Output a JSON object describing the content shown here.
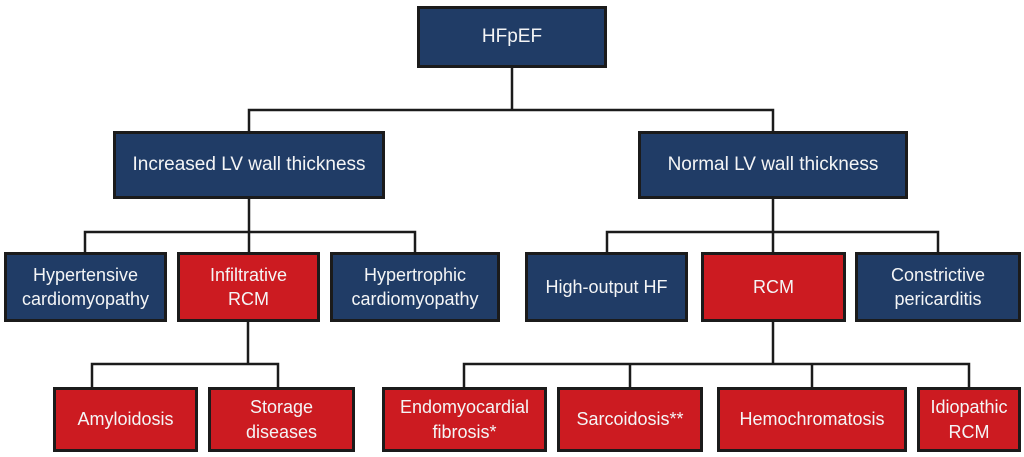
{
  "diagram": {
    "description_root": "HFpEF",
    "node_colors": {
      "navy": "#203c66",
      "red": "#cc1b21"
    },
    "line_color": "#1b1b1b",
    "text_color": "#f4f5f6",
    "background_color": "#ffffff"
  },
  "nodes": {
    "hfpef": {
      "label": "HFpEF",
      "type": "navy"
    },
    "increased_lv": {
      "label": "Increased LV wall thickness",
      "type": "navy"
    },
    "normal_lv": {
      "label": "Normal LV wall thickness",
      "type": "navy"
    },
    "hypertensive_cm": {
      "label": "Hypertensive\ncardiomyopathy",
      "type": "navy"
    },
    "infiltrative_rcm": {
      "label": "Infiltrative\nRCM",
      "type": "red"
    },
    "hypertrophic_cm": {
      "label": "Hypertrophic\ncardiomyopathy",
      "type": "navy"
    },
    "high_output_hf": {
      "label": "High-output HF",
      "type": "navy"
    },
    "rcm": {
      "label": "RCM",
      "type": "red"
    },
    "constrictive_pericarditis": {
      "label": "Constrictive\npericarditis",
      "type": "navy"
    },
    "amyloidosis": {
      "label": "Amyloidosis",
      "type": "red"
    },
    "storage_diseases": {
      "label": "Storage\ndiseases",
      "type": "red"
    },
    "endomyocardial_fibrosis": {
      "label": "Endomyocardial\nfibrosis*",
      "type": "red"
    },
    "sarcoidosis": {
      "label": "Sarcoidosis**",
      "type": "red"
    },
    "hemochromatosis": {
      "label": "Hemochromatosis",
      "type": "red"
    },
    "idiopathic_rcm": {
      "label": "Idiopathic\nRCM",
      "type": "red"
    }
  },
  "edges": [
    {
      "from": "HFpEF",
      "to": "Increased LV wall thickness"
    },
    {
      "from": "HFpEF",
      "to": "Normal LV wall thickness"
    },
    {
      "from": "Increased LV wall thickness",
      "to": "Hypertensive cardiomyopathy"
    },
    {
      "from": "Increased LV wall thickness",
      "to": "Infiltrative RCM"
    },
    {
      "from": "Increased LV wall thickness",
      "to": "Hypertrophic cardiomyopathy"
    },
    {
      "from": "Normal LV wall thickness",
      "to": "High-output HF"
    },
    {
      "from": "Normal LV wall thickness",
      "to": "RCM"
    },
    {
      "from": "Normal LV wall thickness",
      "to": "Constrictive pericarditis"
    },
    {
      "from": "Infiltrative RCM",
      "to": "Amyloidosis"
    },
    {
      "from": "Infiltrative RCM",
      "to": "Storage diseases"
    },
    {
      "from": "RCM",
      "to": "Endomyocardial fibrosis*"
    },
    {
      "from": "RCM",
      "to": "Sarcoidosis**"
    },
    {
      "from": "RCM",
      "to": "Hemochromatosis"
    },
    {
      "from": "RCM",
      "to": "Idiopathic RCM"
    }
  ]
}
